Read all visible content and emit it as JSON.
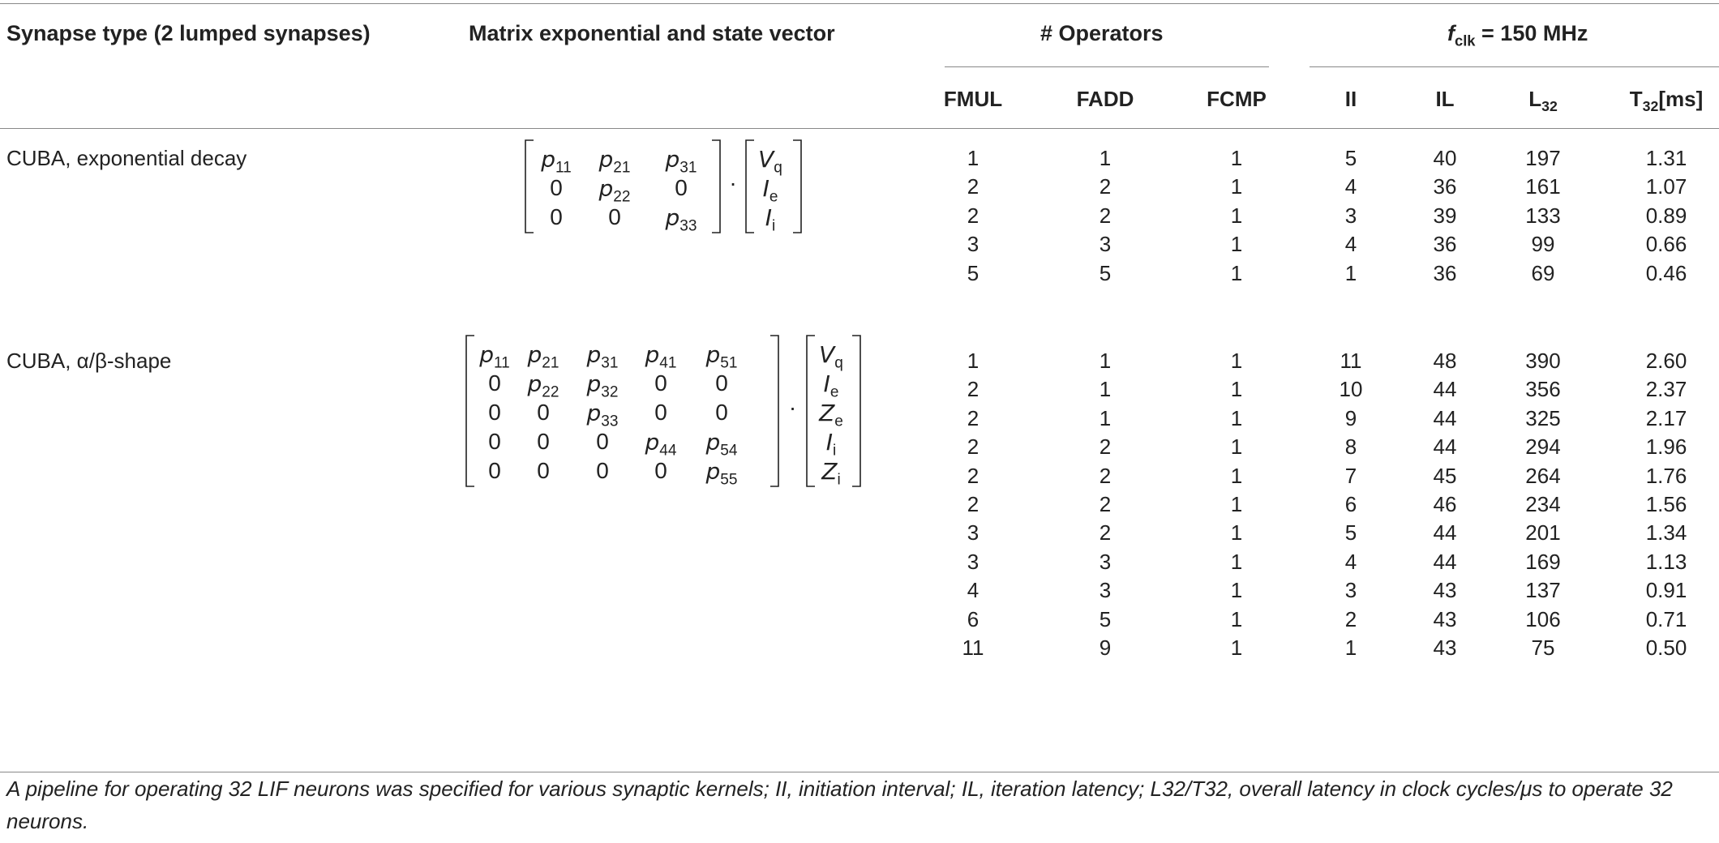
{
  "headers": {
    "synapse_type": "Synapse type (2 lumped synapses)",
    "matrix": "Matrix exponential and state vector",
    "operators": "# Operators",
    "fclk_f": "f",
    "fclk_sub": "clk",
    "fclk_rest": " = 150 MHz",
    "fmul": "FMUL",
    "fadd": "FADD",
    "fcmp": "FCMP",
    "ii": "II",
    "il": "IL",
    "l32_main": "L",
    "l32_sub": "32",
    "t32_main": "T",
    "t32_sub": "32",
    "t32_unit": "[ms]"
  },
  "groups": [
    {
      "label": "CUBA, exponential decay",
      "matrix": [
        [
          "p11",
          "p21",
          "p31"
        ],
        [
          "0",
          "p22",
          "0"
        ],
        [
          "0",
          "0",
          "p33"
        ]
      ],
      "vector": [
        "Vq",
        "Ie",
        "Ii"
      ],
      "rows": [
        [
          "1",
          "1",
          "1",
          "5",
          "40",
          "197",
          "1.31"
        ],
        [
          "2",
          "2",
          "1",
          "4",
          "36",
          "161",
          "1.07"
        ],
        [
          "2",
          "2",
          "1",
          "3",
          "39",
          "133",
          "0.89"
        ],
        [
          "3",
          "3",
          "1",
          "4",
          "36",
          "99",
          "0.66"
        ],
        [
          "5",
          "5",
          "1",
          "1",
          "36",
          "69",
          "0.46"
        ]
      ]
    },
    {
      "label": "CUBA, α/β-shape",
      "matrix": [
        [
          "p11",
          "p21",
          "p31",
          "p41",
          "p51"
        ],
        [
          "0",
          "p22",
          "p32",
          "0",
          "0"
        ],
        [
          "0",
          "0",
          "p33",
          "0",
          "0"
        ],
        [
          "0",
          "0",
          "0",
          "p44",
          "p54"
        ],
        [
          "0",
          "0",
          "0",
          "0",
          "p55"
        ]
      ],
      "vector": [
        "Vq",
        "Ie",
        "Ze",
        "Ii",
        "Zi"
      ],
      "rows": [
        [
          "1",
          "1",
          "1",
          "11",
          "48",
          "390",
          "2.60"
        ],
        [
          "2",
          "1",
          "1",
          "10",
          "44",
          "356",
          "2.37"
        ],
        [
          "2",
          "1",
          "1",
          "9",
          "44",
          "325",
          "2.17"
        ],
        [
          "2",
          "2",
          "1",
          "8",
          "44",
          "294",
          "1.96"
        ],
        [
          "2",
          "2",
          "1",
          "7",
          "45",
          "264",
          "1.76"
        ],
        [
          "2",
          "2",
          "1",
          "6",
          "46",
          "234",
          "1.56"
        ],
        [
          "3",
          "2",
          "1",
          "5",
          "44",
          "201",
          "1.34"
        ],
        [
          "3",
          "3",
          "1",
          "4",
          "44",
          "169",
          "1.13"
        ],
        [
          "4",
          "3",
          "1",
          "3",
          "43",
          "137",
          "0.91"
        ],
        [
          "6",
          "5",
          "1",
          "2",
          "43",
          "106",
          "0.71"
        ],
        [
          "11",
          "9",
          "1",
          "1",
          "43",
          "75",
          "0.50"
        ]
      ]
    }
  ],
  "caption": "A pipeline for operating 32 LIF neurons was specified for various synaptic kernels; II, initiation interval; IL, iteration latency; L32/T32, overall latency in clock cycles/μs to operate 32 neurons."
}
